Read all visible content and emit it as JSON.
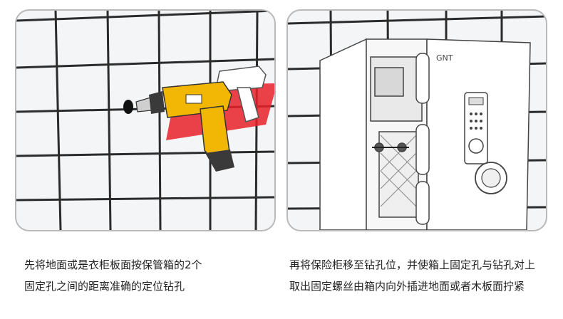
{
  "panels": [
    {
      "illustration": "drill-on-tiled-wall",
      "caption_lines": [
        "先将地面或是衣柜板面按保管箱的2个",
        "固定孔之间的距离准确的定位钻孔"
      ]
    },
    {
      "illustration": "safe-bolted-to-wall",
      "caption_lines": [
        "再将保险柜移至钻孔位，并使箱上固定孔与钻孔对上",
        "取出固定螺丝由箱内向外插进地面或者木板面拧紧"
      ]
    }
  ],
  "colors": {
    "panel_border": "#b9b9b9",
    "tile_line": "#2b2b2b",
    "drill_yellow": "#f2b705",
    "accent_red": "#e8212a",
    "caption_text": "#222222"
  },
  "icons": [
    "drill-icon",
    "safe-icon",
    "keypad-icon",
    "dial-knob-icon"
  ]
}
